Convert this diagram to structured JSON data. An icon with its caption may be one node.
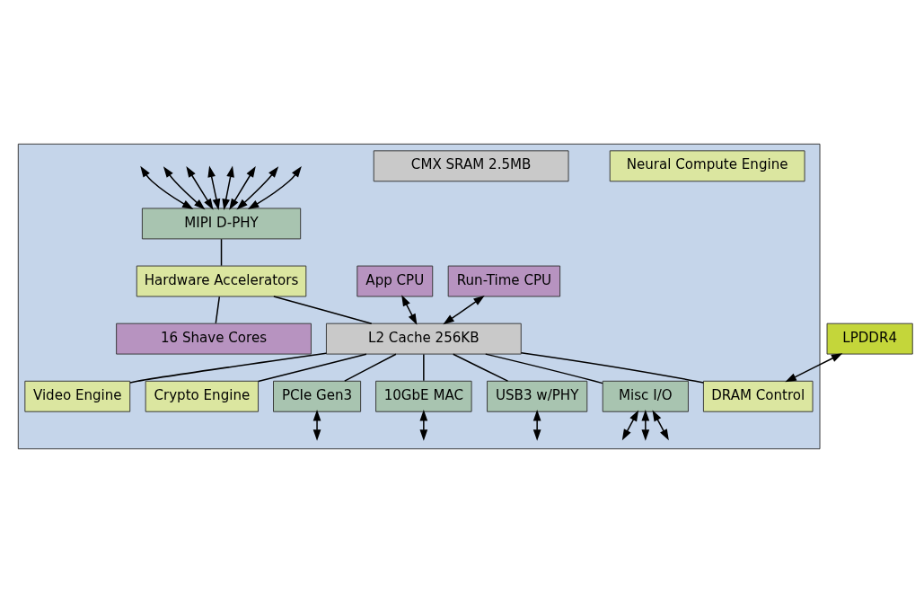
{
  "diagram": {
    "nodes": [
      {
        "text": [],
        "shape": "box"
      },
      {
        "text": [
          "Neural Compute Engine"
        ],
        "in": 0
      },
      {
        "text": [
          "CMX SRAM 2.5MB"
        ],
        "in": 0
      },
      {
        "text": [
          "16 Shave Cores"
        ],
        "in": 0
      },
      {
        "text": [
          "L2 Cache 256KB"
        ],
        "in": 0
      },
      {
        "text": [
          "MIPI D-PHY"
        ],
        "in": 0
      },
      {
        "text": [
          "Hardware Accelerators"
        ],
        "in": 0
      },
      {
        "text": [
          "Run-Time CPU"
        ],
        "in": 0
      },
      {
        "text": [
          "App CPU"
        ],
        "in": 0
      },
      {
        "text": [
          "DRAM Control"
        ],
        "in": 0
      },
      {
        "text": [
          "Video Engine"
        ],
        "in": 0
      },
      {
        "text": [
          "Crypto Engine"
        ],
        "in": 0
      },
      {
        "text": [
          "PCIe Gen3"
        ],
        "in": 0
      },
      {
        "text": [
          "10GbE MAC"
        ],
        "in": 0
      },
      {
        "text": [
          "USB3 w/PHY"
        ],
        "in": 0
      },
      {
        "text": [
          "Misc I/O"
        ],
        "in": 0
      },
      {
        "text": [
          "LPDDR4"
        ]
      }
    ],
    "edges": [
      {
        "from": null,
        "to": 5,
        "arrow": "both"
      },
      {
        "from": null,
        "to": 5,
        "arrow": "both"
      },
      {
        "from": null,
        "to": 5,
        "arrow": "both"
      },
      {
        "from": null,
        "to": 5,
        "arrow": "both"
      },
      {
        "from": null,
        "to": 5,
        "arrow": "both"
      },
      {
        "from": null,
        "to": 5,
        "arrow": "both"
      },
      {
        "from": null,
        "to": 5,
        "arrow": "both"
      },
      {
        "from": null,
        "to": 5,
        "arrow": "both"
      },
      {
        "from": 5,
        "to": 6,
        "arrow": "none"
      },
      {
        "from": 6,
        "to": 3,
        "arrow": "none"
      },
      {
        "from": 6,
        "to": 4,
        "arrow": "none"
      },
      {
        "from": 7,
        "to": 4,
        "arrow": "both"
      },
      {
        "from": 8,
        "to": 4,
        "arrow": "both"
      },
      {
        "from": 4,
        "to": 9,
        "arrow": "none"
      },
      {
        "from": 4,
        "to": 10,
        "arrow": "none"
      },
      {
        "from": 4,
        "to": 11,
        "arrow": "none"
      },
      {
        "from": 4,
        "to": 12,
        "arrow": "none"
      },
      {
        "from": 4,
        "to": 13,
        "arrow": "none"
      },
      {
        "from": 4,
        "to": 14,
        "arrow": "none"
      },
      {
        "from": 4,
        "to": 15,
        "arrow": "none"
      },
      {
        "from": 16,
        "to": 9,
        "arrow": "both"
      },
      {
        "from": 12,
        "to": null,
        "arrow": "both"
      },
      {
        "from": 13,
        "to": null,
        "arrow": "both"
      },
      {
        "from": 14,
        "to": null,
        "arrow": "both"
      },
      {
        "from": 15,
        "to": null,
        "arrow": "both"
      },
      {
        "from": 15,
        "to": null,
        "arrow": "both"
      },
      {
        "from": 15,
        "to": null,
        "arrow": "both"
      }
    ]
  }
}
